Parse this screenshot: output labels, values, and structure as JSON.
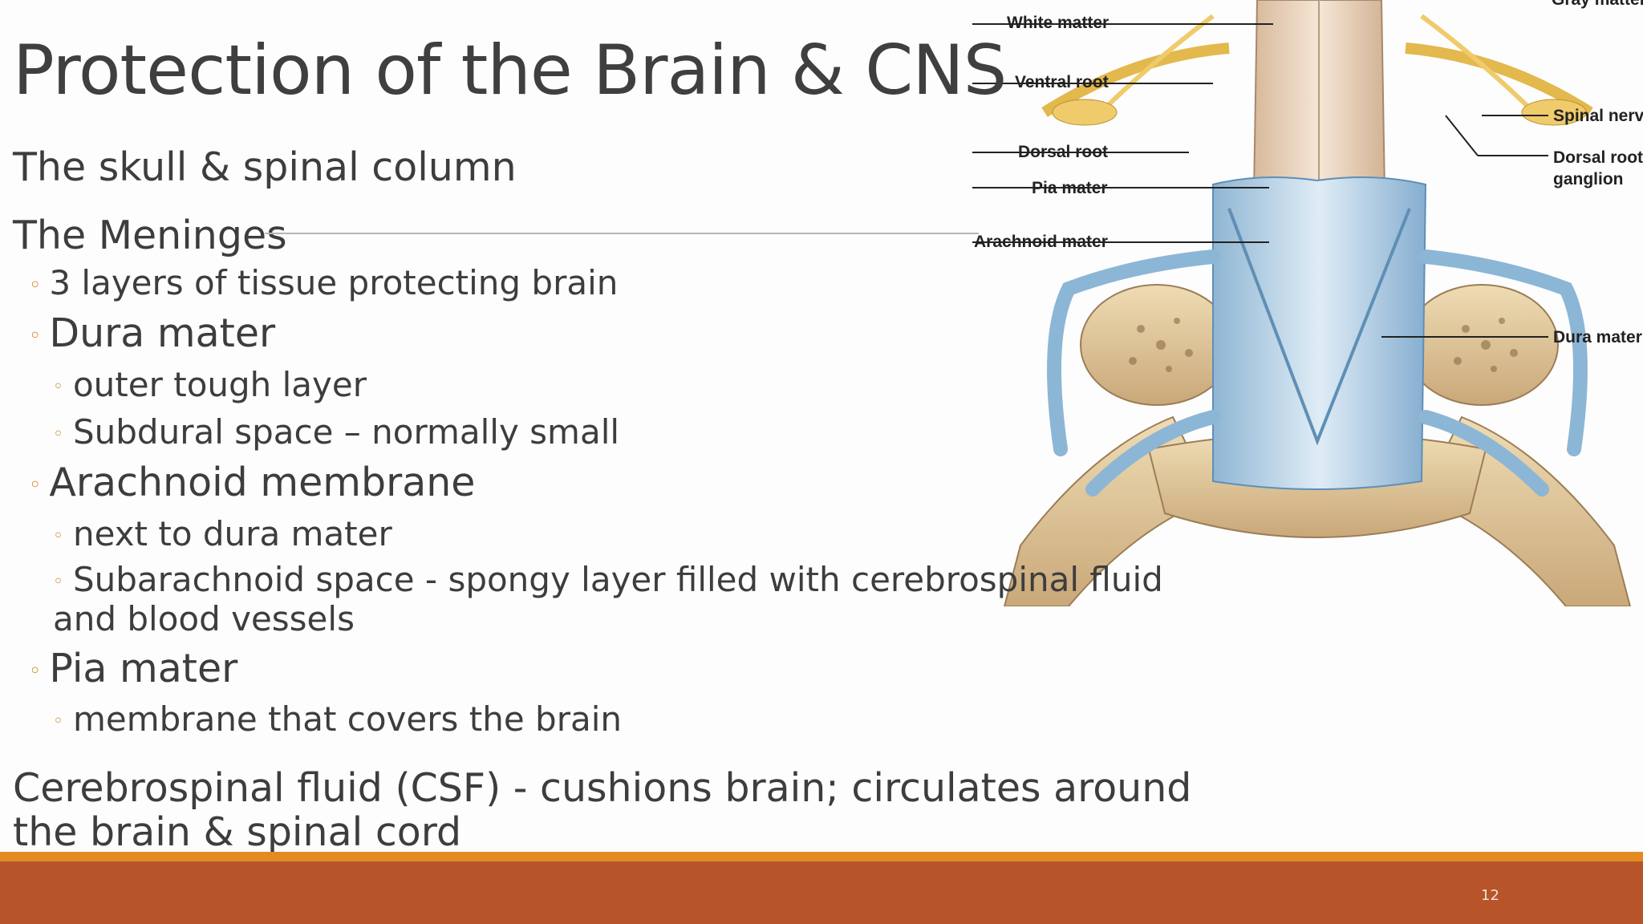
{
  "slide": {
    "title": "Protection of the Brain & CNS",
    "items": {
      "skull": "The skull & spinal column",
      "meninges": "The Meninges",
      "tissue_layers": "3 layers of tissue protecting brain",
      "dura": "Dura mater",
      "dura_1": "outer tough layer",
      "dura_2": "Subdural space – normally small",
      "arachnoid": "Arachnoid membrane",
      "arachnoid_1": "next to dura mater",
      "arachnoid_2": "Subarachnoid space - spongy layer filled with cerebrospinal fluid and blood vessels",
      "pia": "Pia mater",
      "pia_1": "membrane that covers the brain",
      "csf": "Cerebrospinal fluid (CSF) - cushions brain; circulates around the brain & spinal cord"
    },
    "page_number": "12"
  },
  "figure_labels": {
    "gray_matter": "Gray matter",
    "white_matter": "White matter",
    "ventral_root": "Ventral root",
    "dorsal_root": "Dorsal root",
    "pia_mater": "Pia mater",
    "arachnoid_mater": "Arachnoid mater",
    "spinal_nerve": "Spinal nerve",
    "dorsal_root_ganglion": "Dorsal root ganglion",
    "dura_mater": "Dura mater"
  },
  "colors": {
    "accent_orange": "#e38a23",
    "footer_brown": "#b8542a",
    "bullet": "#d4822a"
  }
}
